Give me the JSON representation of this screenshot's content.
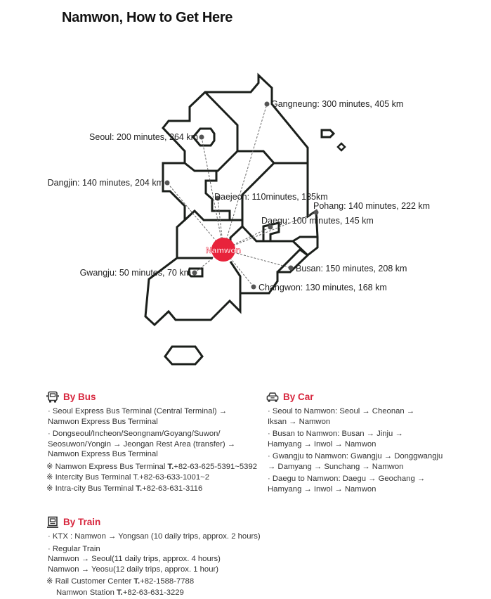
{
  "title": "Namwon, How to Get Here",
  "map": {
    "center": "Namwon",
    "accent_color": "#e8233b",
    "destinations": [
      {
        "label": "Gangneung: 300 minutes, 405 km"
      },
      {
        "label": "Seoul: 200 minutes, 264 km"
      },
      {
        "label": "Dangjin: 140 minutes, 204 km"
      },
      {
        "label": "Daejeon: 110minutes, 135km"
      },
      {
        "label": "Pohang: 140 minutes, 222 km"
      },
      {
        "label": "Daegu: 100 minutes, 145 km"
      },
      {
        "label": "Busan: 150 minutes, 208 km"
      },
      {
        "label": "Gwangju: 50 minutes, 70 km"
      },
      {
        "label": "Changwon: 130 minutes, 168 km"
      }
    ]
  },
  "bus": {
    "heading": "By Bus",
    "icon": "bus-icon",
    "items": [
      [
        "· Seoul Express Bus Terminal (Central Terminal) →",
        "Namwon Express Bus Terminal"
      ],
      [
        "· Dongseoul/Incheon/Seongnam/Goyang/Suwon/",
        "Seosuwon/Yongin → Jeongan Rest Area (transfer) →",
        "Namwon Express Bus Terminal"
      ]
    ],
    "notes": [
      {
        "pre": "※ Namwon Express Bus Terminal ",
        "t": "T.",
        "num": "+82-63-625-5391~5392"
      },
      {
        "pre": "※ Intercity Bus Terminal ",
        "t": "T.",
        "num": "+82-63-633-1001~2"
      },
      {
        "pre": "※ Intra-city Bus Terminal ",
        "t": "T.",
        "num": "+82-63-631-3116"
      }
    ]
  },
  "car": {
    "heading": "By Car",
    "icon": "car-icon",
    "items": [
      [
        "· Seoul to Namwon: Seoul → Cheonan →",
        "Iksan → Namwon"
      ],
      [
        "· Busan to Namwon: Busan → Jinju →",
        "Hamyang → Inwol → Namwon"
      ],
      [
        "· Gwangju to Namwon: Gwangju → Donggwangju",
        "→ Damyang → Sunchang → Namwon"
      ],
      [
        "· Daegu to Namwon: Daegu → Geochang →",
        "Hamyang → Inwol → Namwon"
      ]
    ]
  },
  "train": {
    "heading": "By Train",
    "icon": "train-icon",
    "items": [
      [
        "· KTX : Namwon → Yongsan (10 daily trips, approx. 2 hours)"
      ],
      [
        "· Regular Train",
        "Namwon → Seoul(11 daily trips, approx. 4 hours)",
        "Namwon → Yeosu(12 daily trips, approx. 1 hour)"
      ]
    ],
    "notes": [
      {
        "pre": "※ Rail Customer Center ",
        "t": "T.",
        "num": "+82-1588-7788"
      },
      {
        "pre": "Namwon Station ",
        "t": "T.",
        "num": "+82-63-631-3229"
      }
    ]
  }
}
